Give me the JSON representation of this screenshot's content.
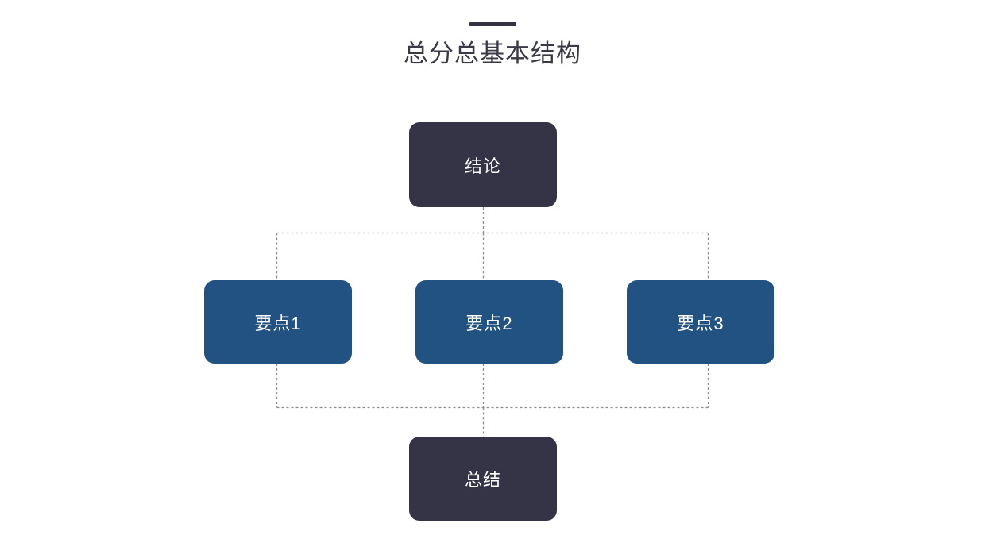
{
  "slide": {
    "title": "总分总基本结构",
    "background_color": "#ffffff",
    "title_rule_color": "#323240",
    "title_color": "#3a3a46"
  },
  "palette": {
    "dark_node": "#343446",
    "blue_node": "#215281",
    "node_text": "#ffffff",
    "connector": "#8c8c94"
  },
  "diagram": {
    "type": "flowchart",
    "structure": "总-分-总",
    "nodes": [
      {
        "id": "conclusion",
        "label": "结论",
        "role": "top",
        "style": "dark"
      },
      {
        "id": "point1",
        "label": "要点1",
        "role": "middle",
        "style": "blue"
      },
      {
        "id": "point2",
        "label": "要点2",
        "role": "middle",
        "style": "blue"
      },
      {
        "id": "point3",
        "label": "要点3",
        "role": "middle",
        "style": "blue"
      },
      {
        "id": "summary",
        "label": "总结",
        "role": "bottom",
        "style": "dark"
      }
    ],
    "edges": [
      {
        "from": "conclusion",
        "to": "point1",
        "style": "dotted"
      },
      {
        "from": "conclusion",
        "to": "point2",
        "style": "dotted"
      },
      {
        "from": "conclusion",
        "to": "point3",
        "style": "dotted"
      },
      {
        "from": "point1",
        "to": "summary",
        "style": "dotted"
      },
      {
        "from": "point2",
        "to": "summary",
        "style": "dotted"
      },
      {
        "from": "point3",
        "to": "summary",
        "style": "dotted"
      }
    ]
  }
}
